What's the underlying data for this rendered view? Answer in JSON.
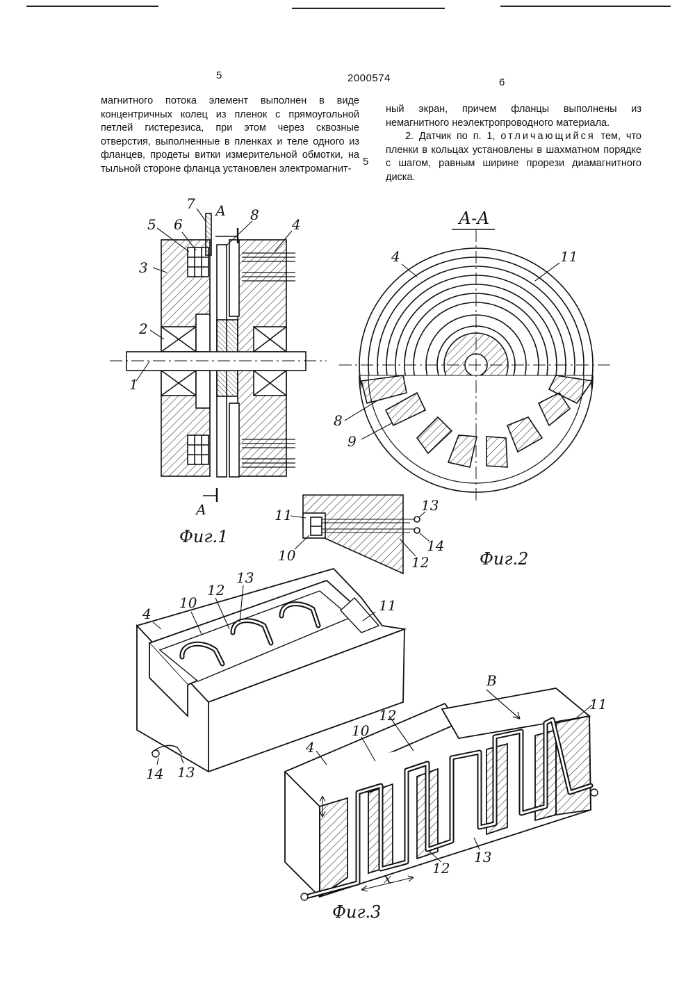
{
  "header": {
    "page_left": "5",
    "patent_number": "2000574",
    "page_right": "6"
  },
  "left_column": {
    "text": "магнитного потока элемент выполнен в виде концентричных колец из пленок с прямоугольной петлей гистерезиса, при этом через сквозные отверстия, выполненные в пленках и теле одного из фланцев, продеты витки измерительной обмотки, на тыльной стороне фланца установлен электромагнит-"
  },
  "line_marker": "5",
  "right_column": {
    "para1": "ный экран, причем фланцы выполнены из немагнитного неэлектропроводного материала.",
    "claim2_lead": "2. Датчик по п. 1,",
    "claim2_spaced": "отличающийся",
    "claim2_rest": "тем, что пленки в кольцах установлены в шахматном порядке с шагом, равным ширине прорези диамагнитного диска."
  },
  "figure1": {
    "caption": "Фиг.1",
    "labels": [
      "7",
      "А",
      "8",
      "5",
      "6",
      "4",
      "3",
      "2",
      "1",
      "А"
    ]
  },
  "figure2": {
    "caption": "Фиг.2",
    "section_title": "А-А",
    "labels": [
      "4",
      "11",
      "8",
      "9"
    ],
    "detail_labels": [
      "11",
      "13",
      "10",
      "14",
      "12"
    ]
  },
  "figure3": {
    "caption": "Фиг.3",
    "top_labels": [
      "4",
      "10",
      "12",
      "13",
      "11",
      "14",
      "13"
    ],
    "bottom_labels": [
      "В",
      "11",
      "12",
      "10",
      "4",
      "13",
      "12",
      "x"
    ]
  }
}
